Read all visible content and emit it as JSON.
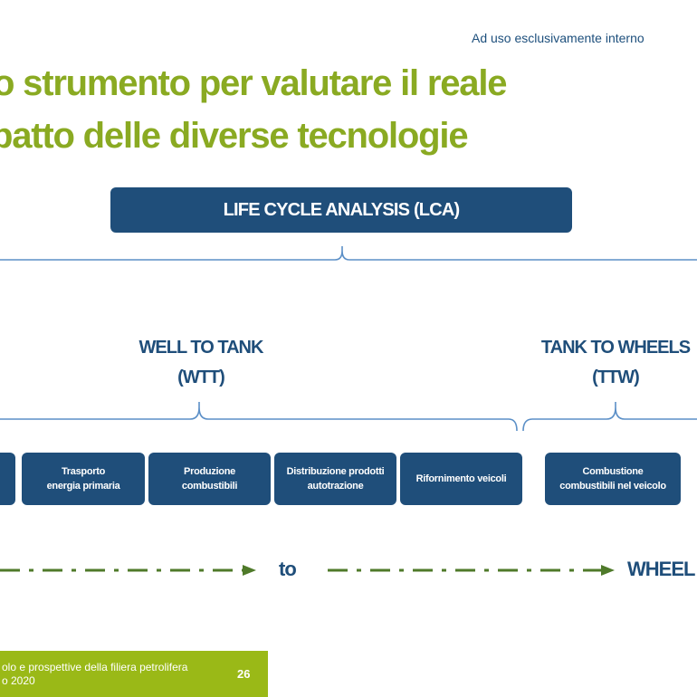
{
  "header": {
    "confidential": "Ad uso esclusivamente interno"
  },
  "title": {
    "line1": "o strumento per valutare il reale",
    "line2": "patto delle diverse tecnologie"
  },
  "diagram": {
    "lca_label": "LIFE CYCLE ANALYSIS (LCA)",
    "wtt": {
      "line1": "WELL TO TANK",
      "line2": "(WTT)"
    },
    "ttw": {
      "line1": "TANK TO WHEELS",
      "line2": "(TTW)"
    },
    "steps": [
      {
        "label": ""
      },
      {
        "label": "Trasporto\nenergia primaria"
      },
      {
        "label": "Produzione\ncombustibili"
      },
      {
        "label": "Distribuzione prodotti\nautotrazione"
      },
      {
        "label": "Rifornimento veicoli"
      },
      {
        "label": "Combustione\ncombustibili nel veicolo"
      }
    ],
    "flow": {
      "to": "to",
      "end": "WHEEL"
    }
  },
  "colors": {
    "navy": "#1f4e7a",
    "green": "#8aaa22",
    "footer_green": "#9ab917",
    "bracket_blue": "#5b8fc7",
    "dash_green": "#4f7a2a"
  },
  "footer": {
    "text": "olo e prospettive della filiera petrolifera\no 2020",
    "page": "26"
  }
}
